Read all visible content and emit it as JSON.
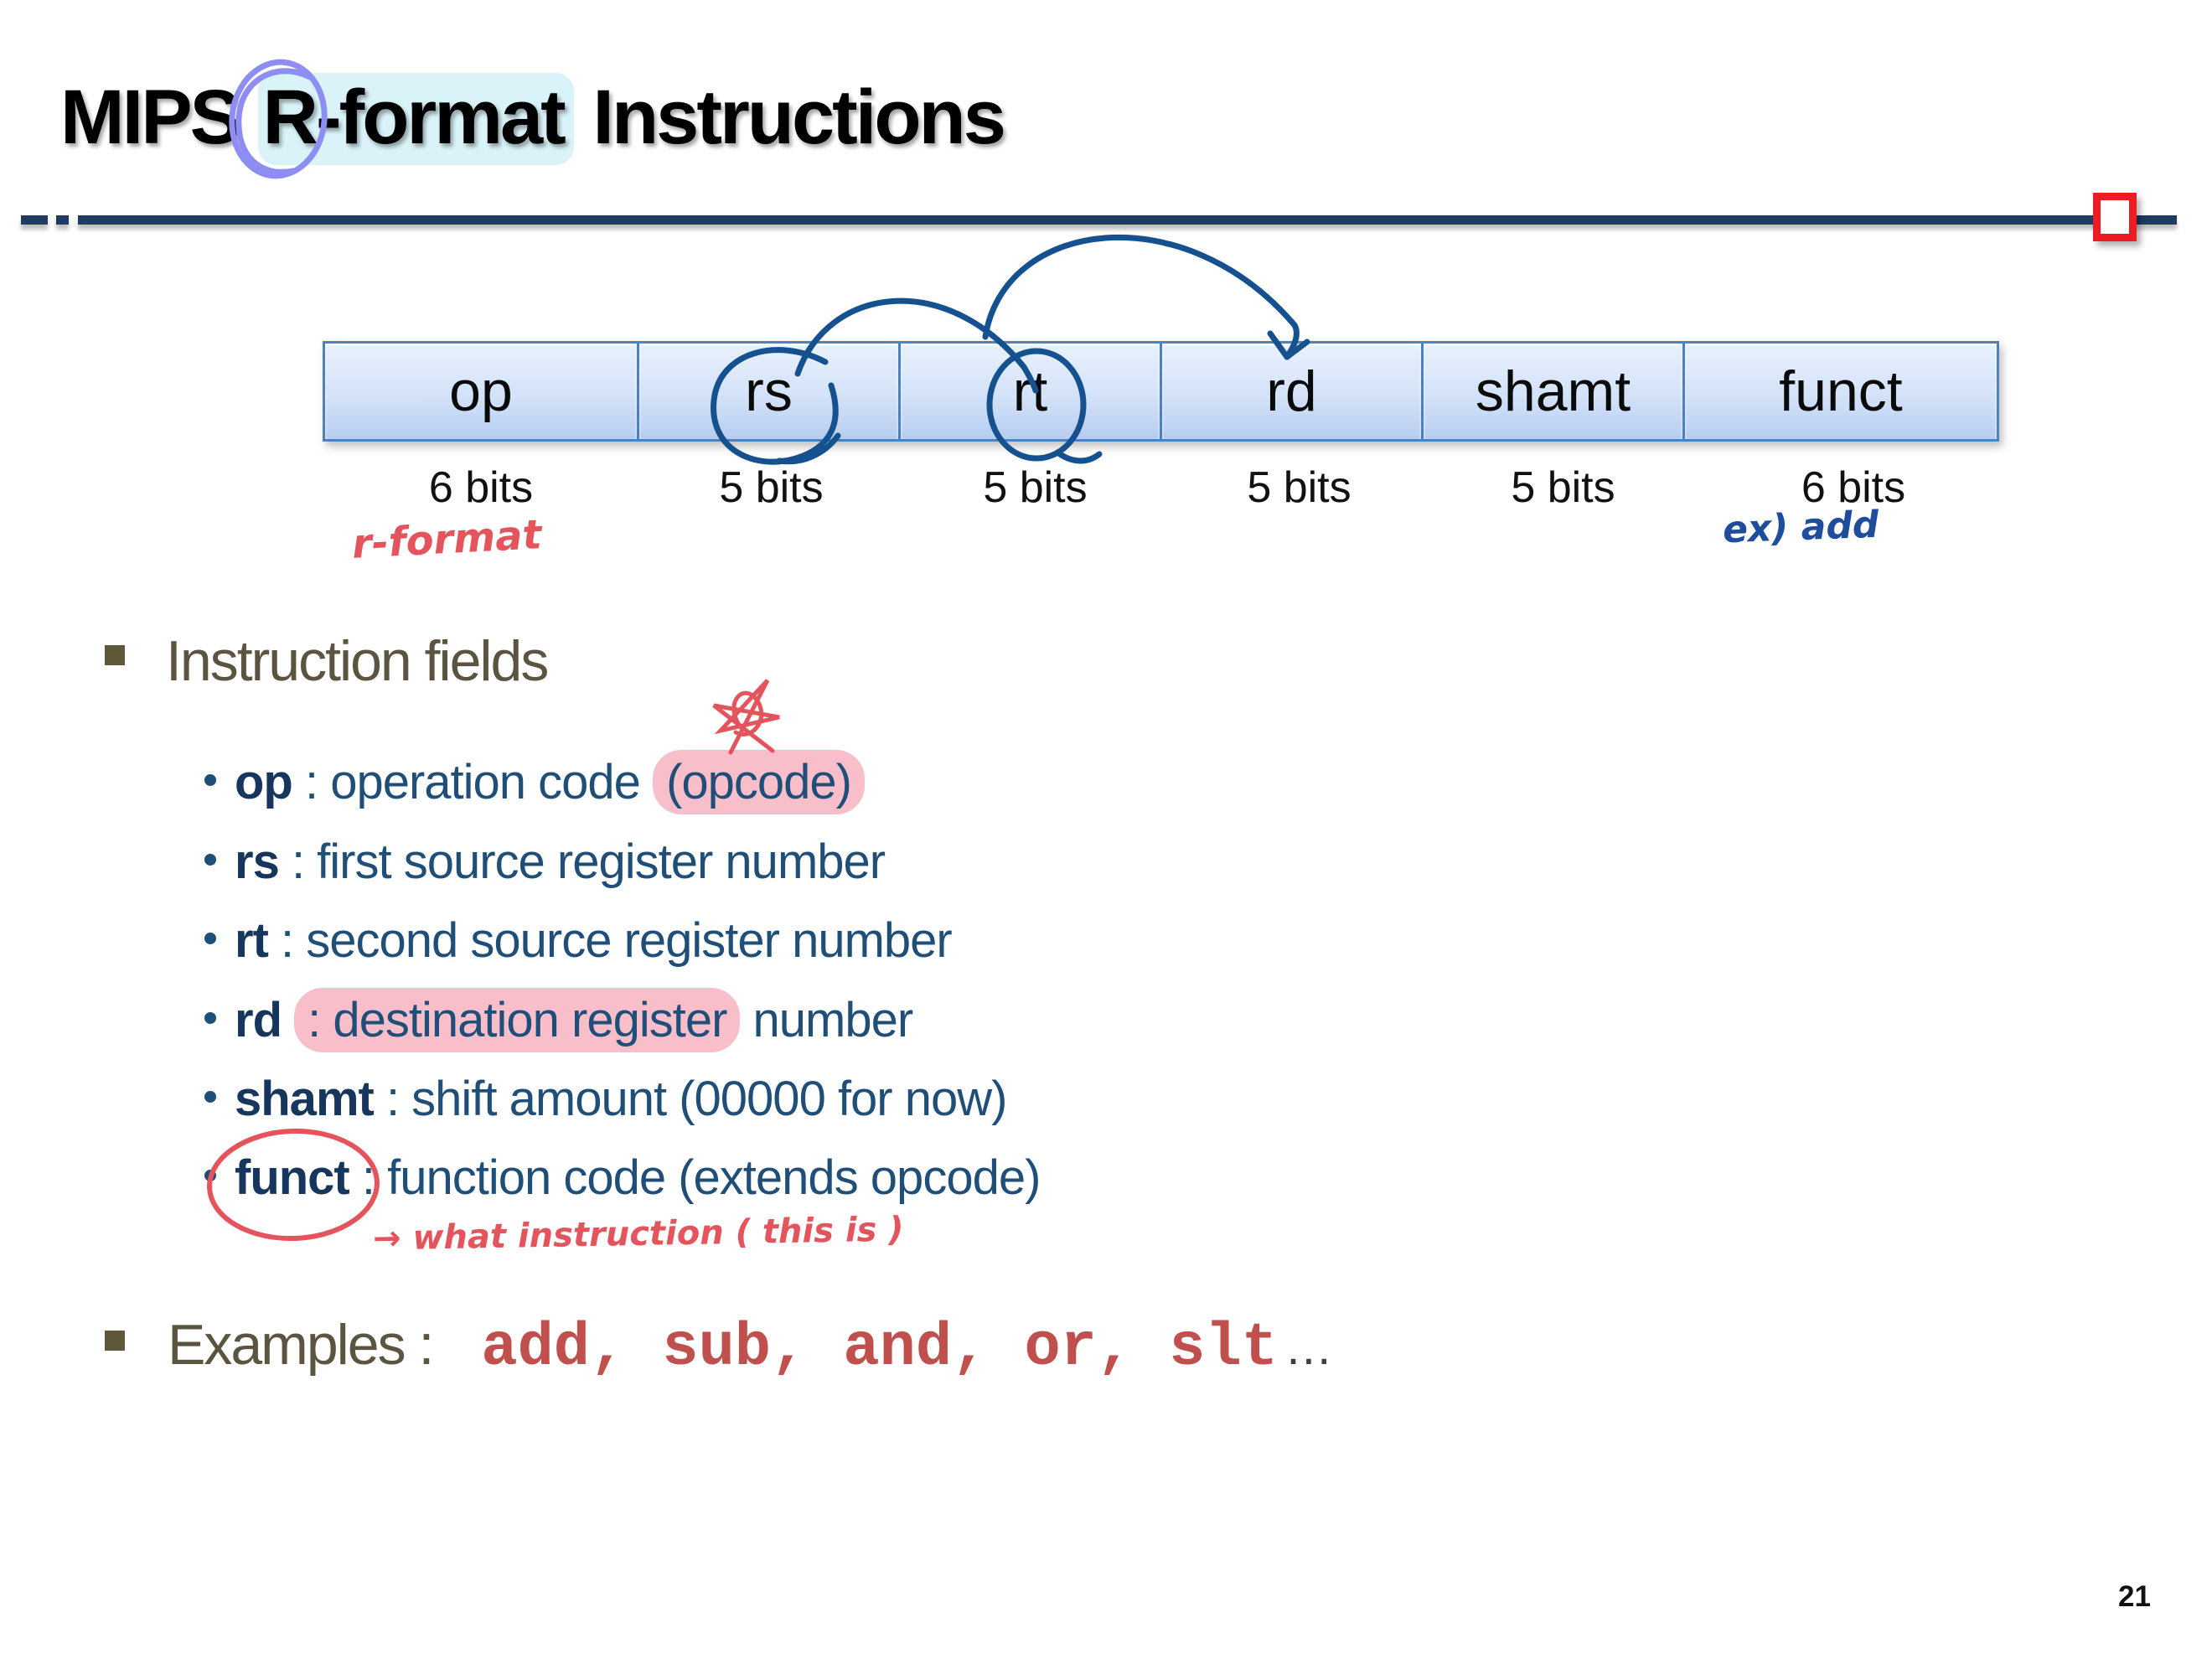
{
  "slide": {
    "title_pre": "MIPS",
    "title_highlight": "R-format",
    "title_post": "Instructions",
    "page_number": "21"
  },
  "field_table": {
    "fields": [
      {
        "label": "op",
        "bits": "6 bits"
      },
      {
        "label": "rs",
        "bits": "5 bits"
      },
      {
        "label": "rt",
        "bits": "5 bits"
      },
      {
        "label": "rd",
        "bits": "5 bits"
      },
      {
        "label": "shamt",
        "bits": "5 bits"
      },
      {
        "label": "funct",
        "bits": "6 bits"
      }
    ],
    "handwritten_format_note": "r-format",
    "handwritten_example_note": "ex) add"
  },
  "content": {
    "heading": "Instruction fields",
    "bullets": {
      "op": {
        "term": "op",
        "mid": " : operation code ",
        "highlight": "(opcode)"
      },
      "rs": {
        "term": "rs",
        "mid": " : first source register number"
      },
      "rt": {
        "term": "rt",
        "mid": " : second source register number"
      },
      "rd": {
        "term": "rd",
        "mid": " ",
        "highlight": ": destination register",
        "post": " number"
      },
      "shamt": {
        "term": "shamt",
        "mid": " : shift amount (00000 for now)"
      },
      "funct": {
        "term": "funct",
        "mid": " : function code (extends opcode)"
      }
    },
    "handwritten_funct_note": "→ what  instruction ( this is )"
  },
  "examples": {
    "label": "Examples :",
    "code": "add, sub, and, or, slt",
    "ellipsis": "…"
  },
  "colors": {
    "divider_navy": "#1f3a64",
    "ink_blue": "#14518e",
    "ink_purple": "#8e8ef2",
    "ink_red": "#e4545c",
    "highlight_pink": "#f8bfca",
    "highlight_cyan": "#d9f3f9",
    "text_navy": "#1f4e79",
    "heading_olive": "#5a5440",
    "code_red": "#c0504d",
    "table_border_blue": "#4f81bd",
    "marker_red": "#ec1c24"
  }
}
